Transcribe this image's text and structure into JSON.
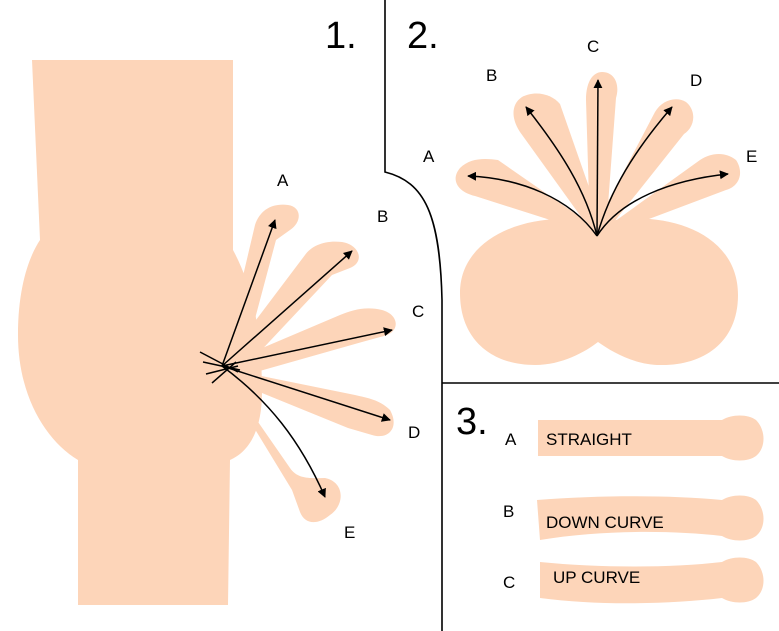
{
  "panels": {
    "p1": {
      "number": "1.",
      "labels": [
        "A",
        "B",
        "C",
        "D",
        "E"
      ]
    },
    "p2": {
      "number": "2.",
      "labels": [
        "A",
        "B",
        "C",
        "D",
        "E"
      ]
    },
    "p3": {
      "number": "3.",
      "items": [
        {
          "letter": "A",
          "caption": "STRAIGHT"
        },
        {
          "letter": "B",
          "caption": "DOWN CURVE"
        },
        {
          "letter": "C",
          "caption": "UP CURVE"
        }
      ]
    }
  },
  "colors": {
    "skin": "#fdd5b9",
    "line": "#000000",
    "background": "#ffffff"
  }
}
